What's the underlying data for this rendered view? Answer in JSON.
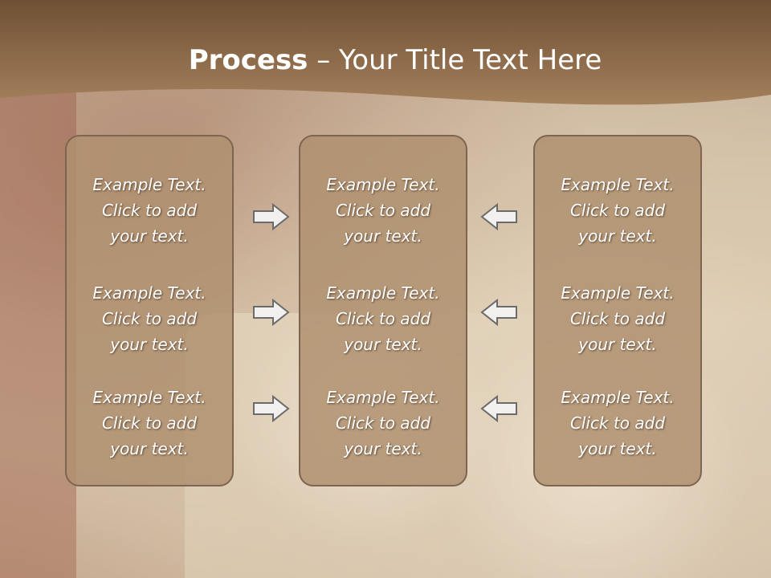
{
  "slide": {
    "title_bold": "Process",
    "title_rest": " – Your Title Text Here"
  },
  "columns": [
    {
      "items": [
        {
          "line1": "Example Text.",
          "line2": "Click  to add",
          "line3": "your text."
        },
        {
          "line1": "Example Text.",
          "line2": "Click  to add",
          "line3": "your text."
        },
        {
          "line1": "Example Text.",
          "line2": "Click  to add",
          "line3": "your text."
        }
      ]
    },
    {
      "items": [
        {
          "line1": "Example Text.",
          "line2": "Click  to add",
          "line3": "your text."
        },
        {
          "line1": "Example Text.",
          "line2": "Click  to add",
          "line3": "your text."
        },
        {
          "line1": "Example Text.",
          "line2": "Click  to add",
          "line3": "your text."
        }
      ]
    },
    {
      "items": [
        {
          "line1": "Example Text.",
          "line2": "Click  to add",
          "line3": "your text."
        },
        {
          "line1": "Example Text.",
          "line2": "Click  to add",
          "line3": "your text."
        },
        {
          "line1": "Example Text.",
          "line2": "Click  to add",
          "line3": "your text."
        }
      ]
    }
  ],
  "arrows": {
    "left_column_icon": "arrow-right-icon",
    "right_column_icon": "arrow-left-icon"
  },
  "colors": {
    "header": "#8c6a4a",
    "panel_fill": "#af9170",
    "panel_border": "#7d6552",
    "arrow_fill": "#f2f0ee",
    "arrow_stroke": "#6b6b6b",
    "text": "#ffffff"
  }
}
